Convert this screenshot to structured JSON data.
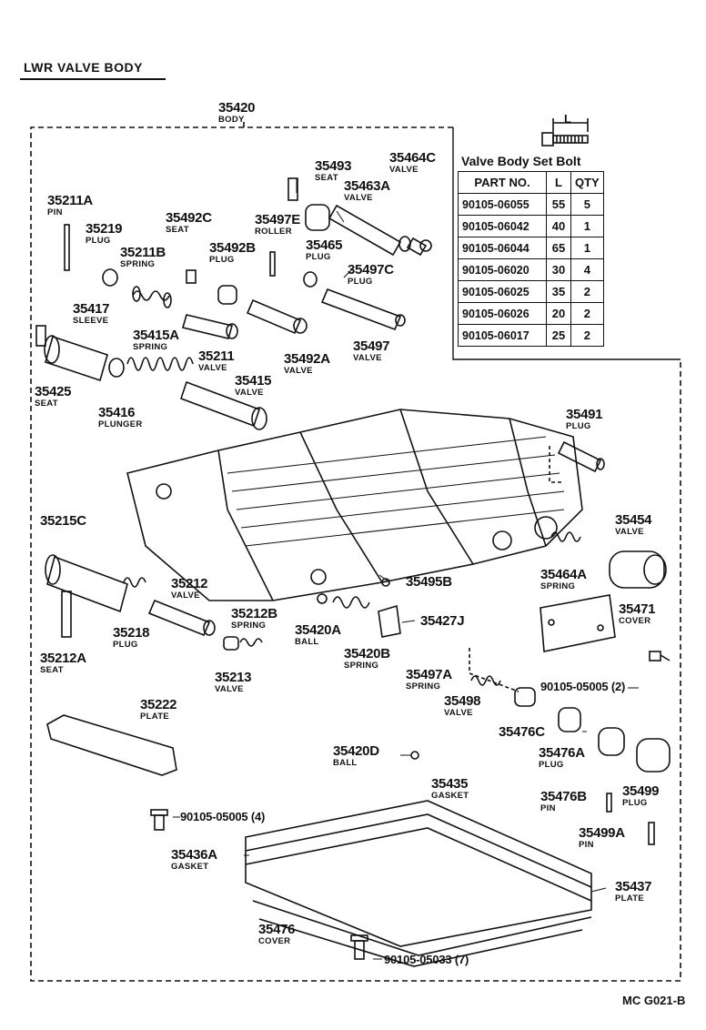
{
  "title": "LWR VALVE BODY",
  "ref_code": "MC G021-B",
  "bolt_table": {
    "title": "Valve Body Set Bolt",
    "dim_label": "L",
    "headers": [
      "PART NO.",
      "L",
      "QTY"
    ],
    "rows": [
      [
        "90105-06055",
        "55",
        "5"
      ],
      [
        "90105-06042",
        "40",
        "1"
      ],
      [
        "90105-06044",
        "65",
        "1"
      ],
      [
        "90105-06020",
        "30",
        "4"
      ],
      [
        "90105-06025",
        "35",
        "2"
      ],
      [
        "90105-06026",
        "20",
        "2"
      ],
      [
        "90105-06017",
        "25",
        "2"
      ]
    ]
  },
  "parts": [
    {
      "id": "body",
      "num": "35420",
      "name": "BODY"
    },
    {
      "id": "p35493",
      "num": "35493",
      "name": "SEAT"
    },
    {
      "id": "p35464c",
      "num": "35464C",
      "name": "VALVE"
    },
    {
      "id": "p35463a",
      "num": "35463A",
      "name": "VALVE"
    },
    {
      "id": "p35211a",
      "num": "35211A",
      "name": "PIN"
    },
    {
      "id": "p35219",
      "num": "35219",
      "name": "PLUG"
    },
    {
      "id": "p35492c",
      "num": "35492C",
      "name": "SEAT"
    },
    {
      "id": "p35497e",
      "num": "35497E",
      "name": "ROLLER"
    },
    {
      "id": "p35465",
      "num": "35465",
      "name": "PLUG"
    },
    {
      "id": "p35211b",
      "num": "35211B",
      "name": "SPRING"
    },
    {
      "id": "p35492b",
      "num": "35492B",
      "name": "PLUG"
    },
    {
      "id": "p35497c",
      "num": "35497C",
      "name": "PLUG"
    },
    {
      "id": "p35417",
      "num": "35417",
      "name": "SLEEVE"
    },
    {
      "id": "p35415a",
      "num": "35415A",
      "name": "SPRING"
    },
    {
      "id": "p35211",
      "num": "35211",
      "name": "VALVE"
    },
    {
      "id": "p35492a",
      "num": "35492A",
      "name": "VALVE"
    },
    {
      "id": "p35497",
      "num": "35497",
      "name": "VALVE"
    },
    {
      "id": "p35415",
      "num": "35415",
      "name": "VALVE"
    },
    {
      "id": "p35425",
      "num": "35425",
      "name": "SEAT"
    },
    {
      "id": "p35416",
      "num": "35416",
      "name": "PLUNGER"
    },
    {
      "id": "p35491",
      "num": "35491",
      "name": "PLUG"
    },
    {
      "id": "p35215c",
      "num": "35215C",
      "name": ""
    },
    {
      "id": "p35454",
      "num": "35454",
      "name": "VALVE"
    },
    {
      "id": "p35464a",
      "num": "35464A",
      "name": "SPRING"
    },
    {
      "id": "p35212",
      "num": "35212",
      "name": "VALVE"
    },
    {
      "id": "p35495b",
      "num": "35495B",
      "name": ""
    },
    {
      "id": "p35471",
      "num": "35471",
      "name": "COVER"
    },
    {
      "id": "p35212b",
      "num": "35212B",
      "name": "SPRING"
    },
    {
      "id": "p35427j",
      "num": "35427J",
      "name": ""
    },
    {
      "id": "p35218",
      "num": "35218",
      "name": "PLUG"
    },
    {
      "id": "p35420a",
      "num": "35420A",
      "name": "BALL"
    },
    {
      "id": "p35212a",
      "num": "35212A",
      "name": "SEAT"
    },
    {
      "id": "p35420b",
      "num": "35420B",
      "name": "SPRING"
    },
    {
      "id": "p35213",
      "num": "35213",
      "name": "VALVE"
    },
    {
      "id": "p35497a",
      "num": "35497A",
      "name": "SPRING"
    },
    {
      "id": "p35498",
      "num": "35498",
      "name": "VALVE"
    },
    {
      "id": "p35222",
      "num": "35222",
      "name": "PLATE"
    },
    {
      "id": "p35476c",
      "num": "35476C",
      "name": ""
    },
    {
      "id": "p35420d",
      "num": "35420D",
      "name": "BALL"
    },
    {
      "id": "p35476a",
      "num": "35476A",
      "name": "PLUG"
    },
    {
      "id": "p35435",
      "num": "35435",
      "name": "GASKET"
    },
    {
      "id": "p35476b",
      "num": "35476B",
      "name": "PIN"
    },
    {
      "id": "p35499",
      "num": "35499",
      "name": "PLUG"
    },
    {
      "id": "p35499a",
      "num": "35499A",
      "name": "PIN"
    },
    {
      "id": "p35436a",
      "num": "35436A",
      "name": "GASKET"
    },
    {
      "id": "p35437",
      "num": "35437",
      "name": "PLATE"
    },
    {
      "id": "p35476",
      "num": "35476",
      "name": "COVER"
    }
  ],
  "bolt_callouts": [
    {
      "id": "b1",
      "text": "90105-05005",
      "qty": "(2)"
    },
    {
      "id": "b2",
      "text": "90105-05005",
      "qty": "(4)"
    },
    {
      "id": "b3",
      "text": "90105-05033",
      "qty": "(7)"
    }
  ]
}
